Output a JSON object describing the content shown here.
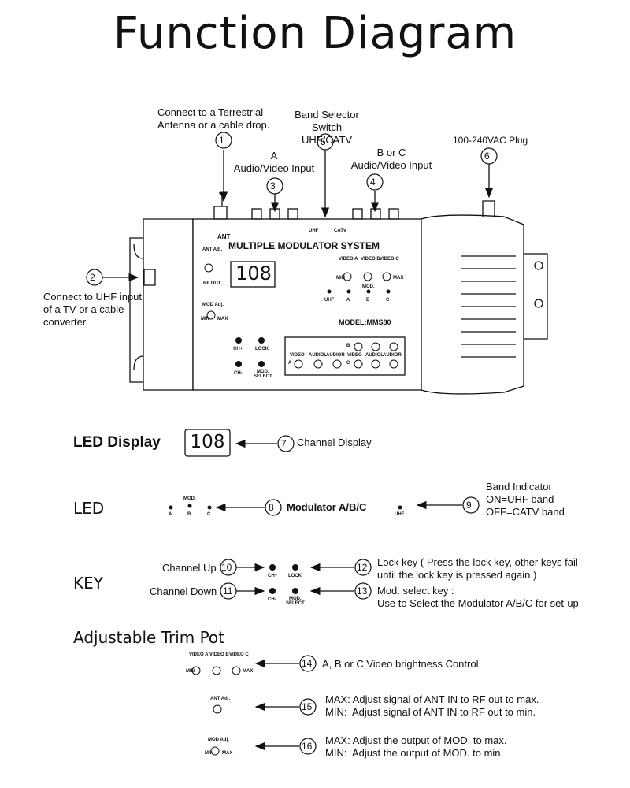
{
  "title": "Function Diagram",
  "callouts": {
    "c1": [
      "Connect to a Terrestrial",
      "Antenna or a cable drop."
    ],
    "c2": [
      "Connect to UHF input",
      "of a TV or a cable",
      "converter."
    ],
    "c3": [
      "A",
      "Audio/Video Input"
    ],
    "c4": [
      "B or C",
      "Audio/Video Input"
    ],
    "c5": [
      "Band Selector Switch",
      "UHF/CATV"
    ],
    "c6": "100-240VAC Plug"
  },
  "numbers": [
    "1",
    "2",
    "3",
    "4",
    "5",
    "6",
    "7",
    "8",
    "9",
    "10",
    "11",
    "12",
    "13",
    "14",
    "15",
    "16"
  ],
  "device": {
    "panel_title": "MULTIPLE MODULATOR SYSTEM",
    "display": "108",
    "model": "MODEL:MMS80",
    "ant": "ANT",
    "rf_out": "RF OUT",
    "ant_adj": "ANT Adj.",
    "mod_adj": "MOD Adj.",
    "min": "MIN",
    "max": "MAX",
    "uhf": "UHF",
    "catv": "CATV",
    "video_a": "VIDEO A",
    "video_b": "VIDEO B",
    "video_c": "VIDEO C",
    "adj": "Adj.",
    "mod": "MOD.",
    "led_a": "A",
    "led_b": "B",
    "led_c": "C",
    "ch_plus": "CH+",
    "ch_minus": "CH-",
    "lock": "LOCK",
    "mod_select": [
      "MOD.",
      "SELECT"
    ],
    "jack_video": "VIDEO",
    "jack_audiol": "AUDIOL",
    "jack_audior": "AUDIOR",
    "jack_b": "B",
    "jack_c": "C",
    "jack_a": "A"
  },
  "legend": {
    "led_display": "LED Display",
    "display_value": "108",
    "channel_display": "Channel Display",
    "led": "LED",
    "modulator": "Modulator A/B/C",
    "band_indicator": [
      "Band Indicator",
      "ON=UHF band",
      "OFF=CATV band"
    ],
    "key": "KEY",
    "channel_up": "Channel Up",
    "channel_down": "Channel Down",
    "lock_key": [
      "Lock key ( Press the lock key, other keys fail",
      "until the lock key is pressed again )"
    ],
    "mod_select_key": [
      "Mod. select key :",
      "Use to Select the Modulator A/B/C for set-up"
    ],
    "trim_pot": "Adjustable Trim Pot",
    "trim14": "A, B or C Video brightness Control",
    "trim15": [
      "MAX: Adjust signal of ANT IN to RF out to max.",
      "MIN:  Adjust signal of ANT IN to RF out to min."
    ],
    "trim16": [
      "MAX: Adjust the output of MOD. to max.",
      "MIN:  Adjust the output of MOD. to min."
    ]
  }
}
